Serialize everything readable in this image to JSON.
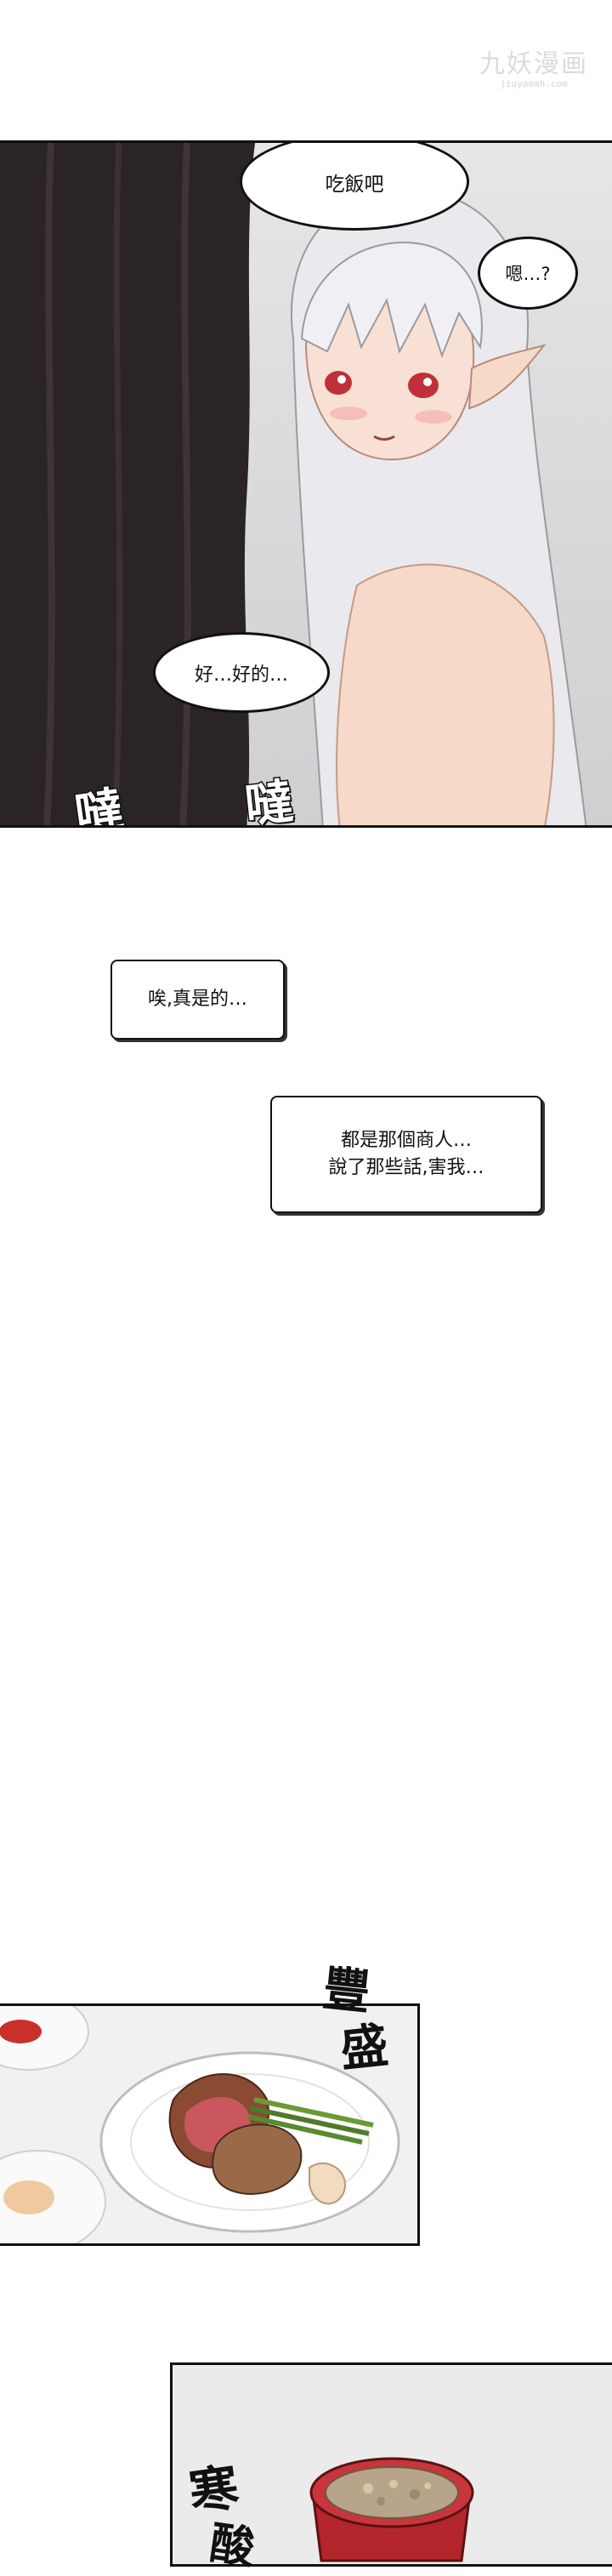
{
  "watermark": {
    "main": "九妖漫画",
    "sub": "jiuyaomh.com"
  },
  "panel1": {
    "bubble_top": "吃飯吧",
    "bubble_right": "嗯…?",
    "bubble_left": "好…好的…",
    "sfx_left": "噠",
    "sfx_right": "噠"
  },
  "captions": {
    "box1": "唉,真是的…",
    "box2_line1": "都是那個商人…",
    "box2_line2": "說了那些話,害我…"
  },
  "panel2": {
    "sfx_line1": "豐",
    "sfx_line2": "盛"
  },
  "panel3": {
    "sfx_line1": "寒",
    "sfx_line2": "酸"
  },
  "colors": {
    "curtain": "#2a2424",
    "hair": "#e9e9ee",
    "skin": "#f6d9c8",
    "eyes": "#c0303a",
    "bowl": "#b3262c"
  }
}
